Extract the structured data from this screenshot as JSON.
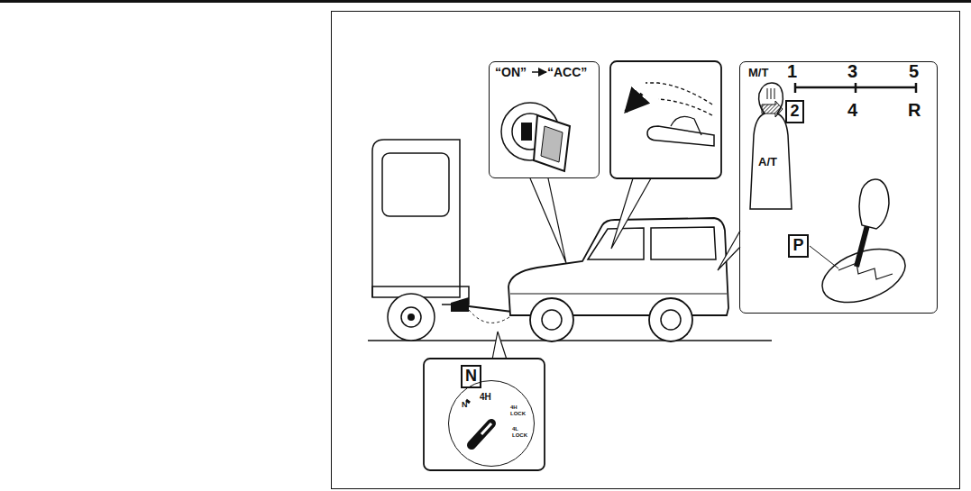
{
  "diagram": {
    "nodes": [
      {
        "text": [
          "“ON”",
          "“ACC”"
        ]
      },
      {
        "text": [
          "M/T",
          "A/T"
        ]
      },
      {
        "text": [
          "2"
        ],
        "in": 1
      },
      {
        "text": [
          "P"
        ],
        "in": 1
      },
      {
        "text": [
          "N"
        ]
      },
      {
        "text": [
          "N",
          "4H",
          "4H LOCK",
          "4L LOCK"
        ]
      }
    ],
    "labels": [
      "1",
      "3",
      "5",
      "4",
      "R"
    ]
  }
}
